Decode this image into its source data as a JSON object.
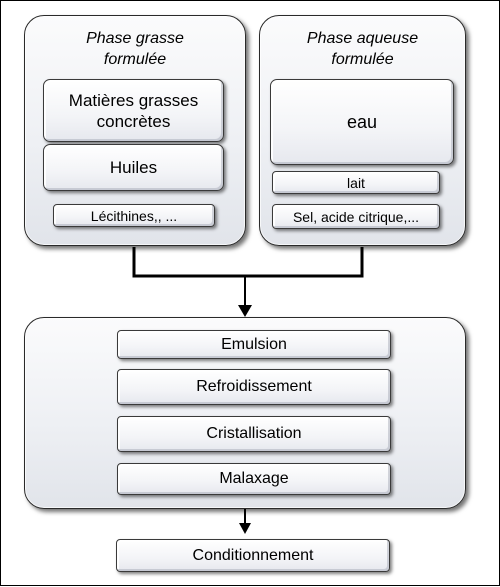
{
  "fat_phase": {
    "title": "Phase grasse\nformulée",
    "items": [
      "Matières grasses\nconcrètes",
      "Huiles",
      "Lécithines,, ..."
    ]
  },
  "aqueous_phase": {
    "title": "Phase aqueuse\nformulée",
    "items": [
      "eau",
      "lait",
      "Sel, acide citrique,..."
    ]
  },
  "process_steps": [
    "Emulsion",
    "Refroidissement",
    "Cristallisation",
    "Malaxage"
  ],
  "final_step": "Conditionnement",
  "colors": {
    "line": "#000000",
    "container_top": "#fbfbfc",
    "container_bottom": "#e1e4ea",
    "box_border": "#3a3a3a"
  }
}
